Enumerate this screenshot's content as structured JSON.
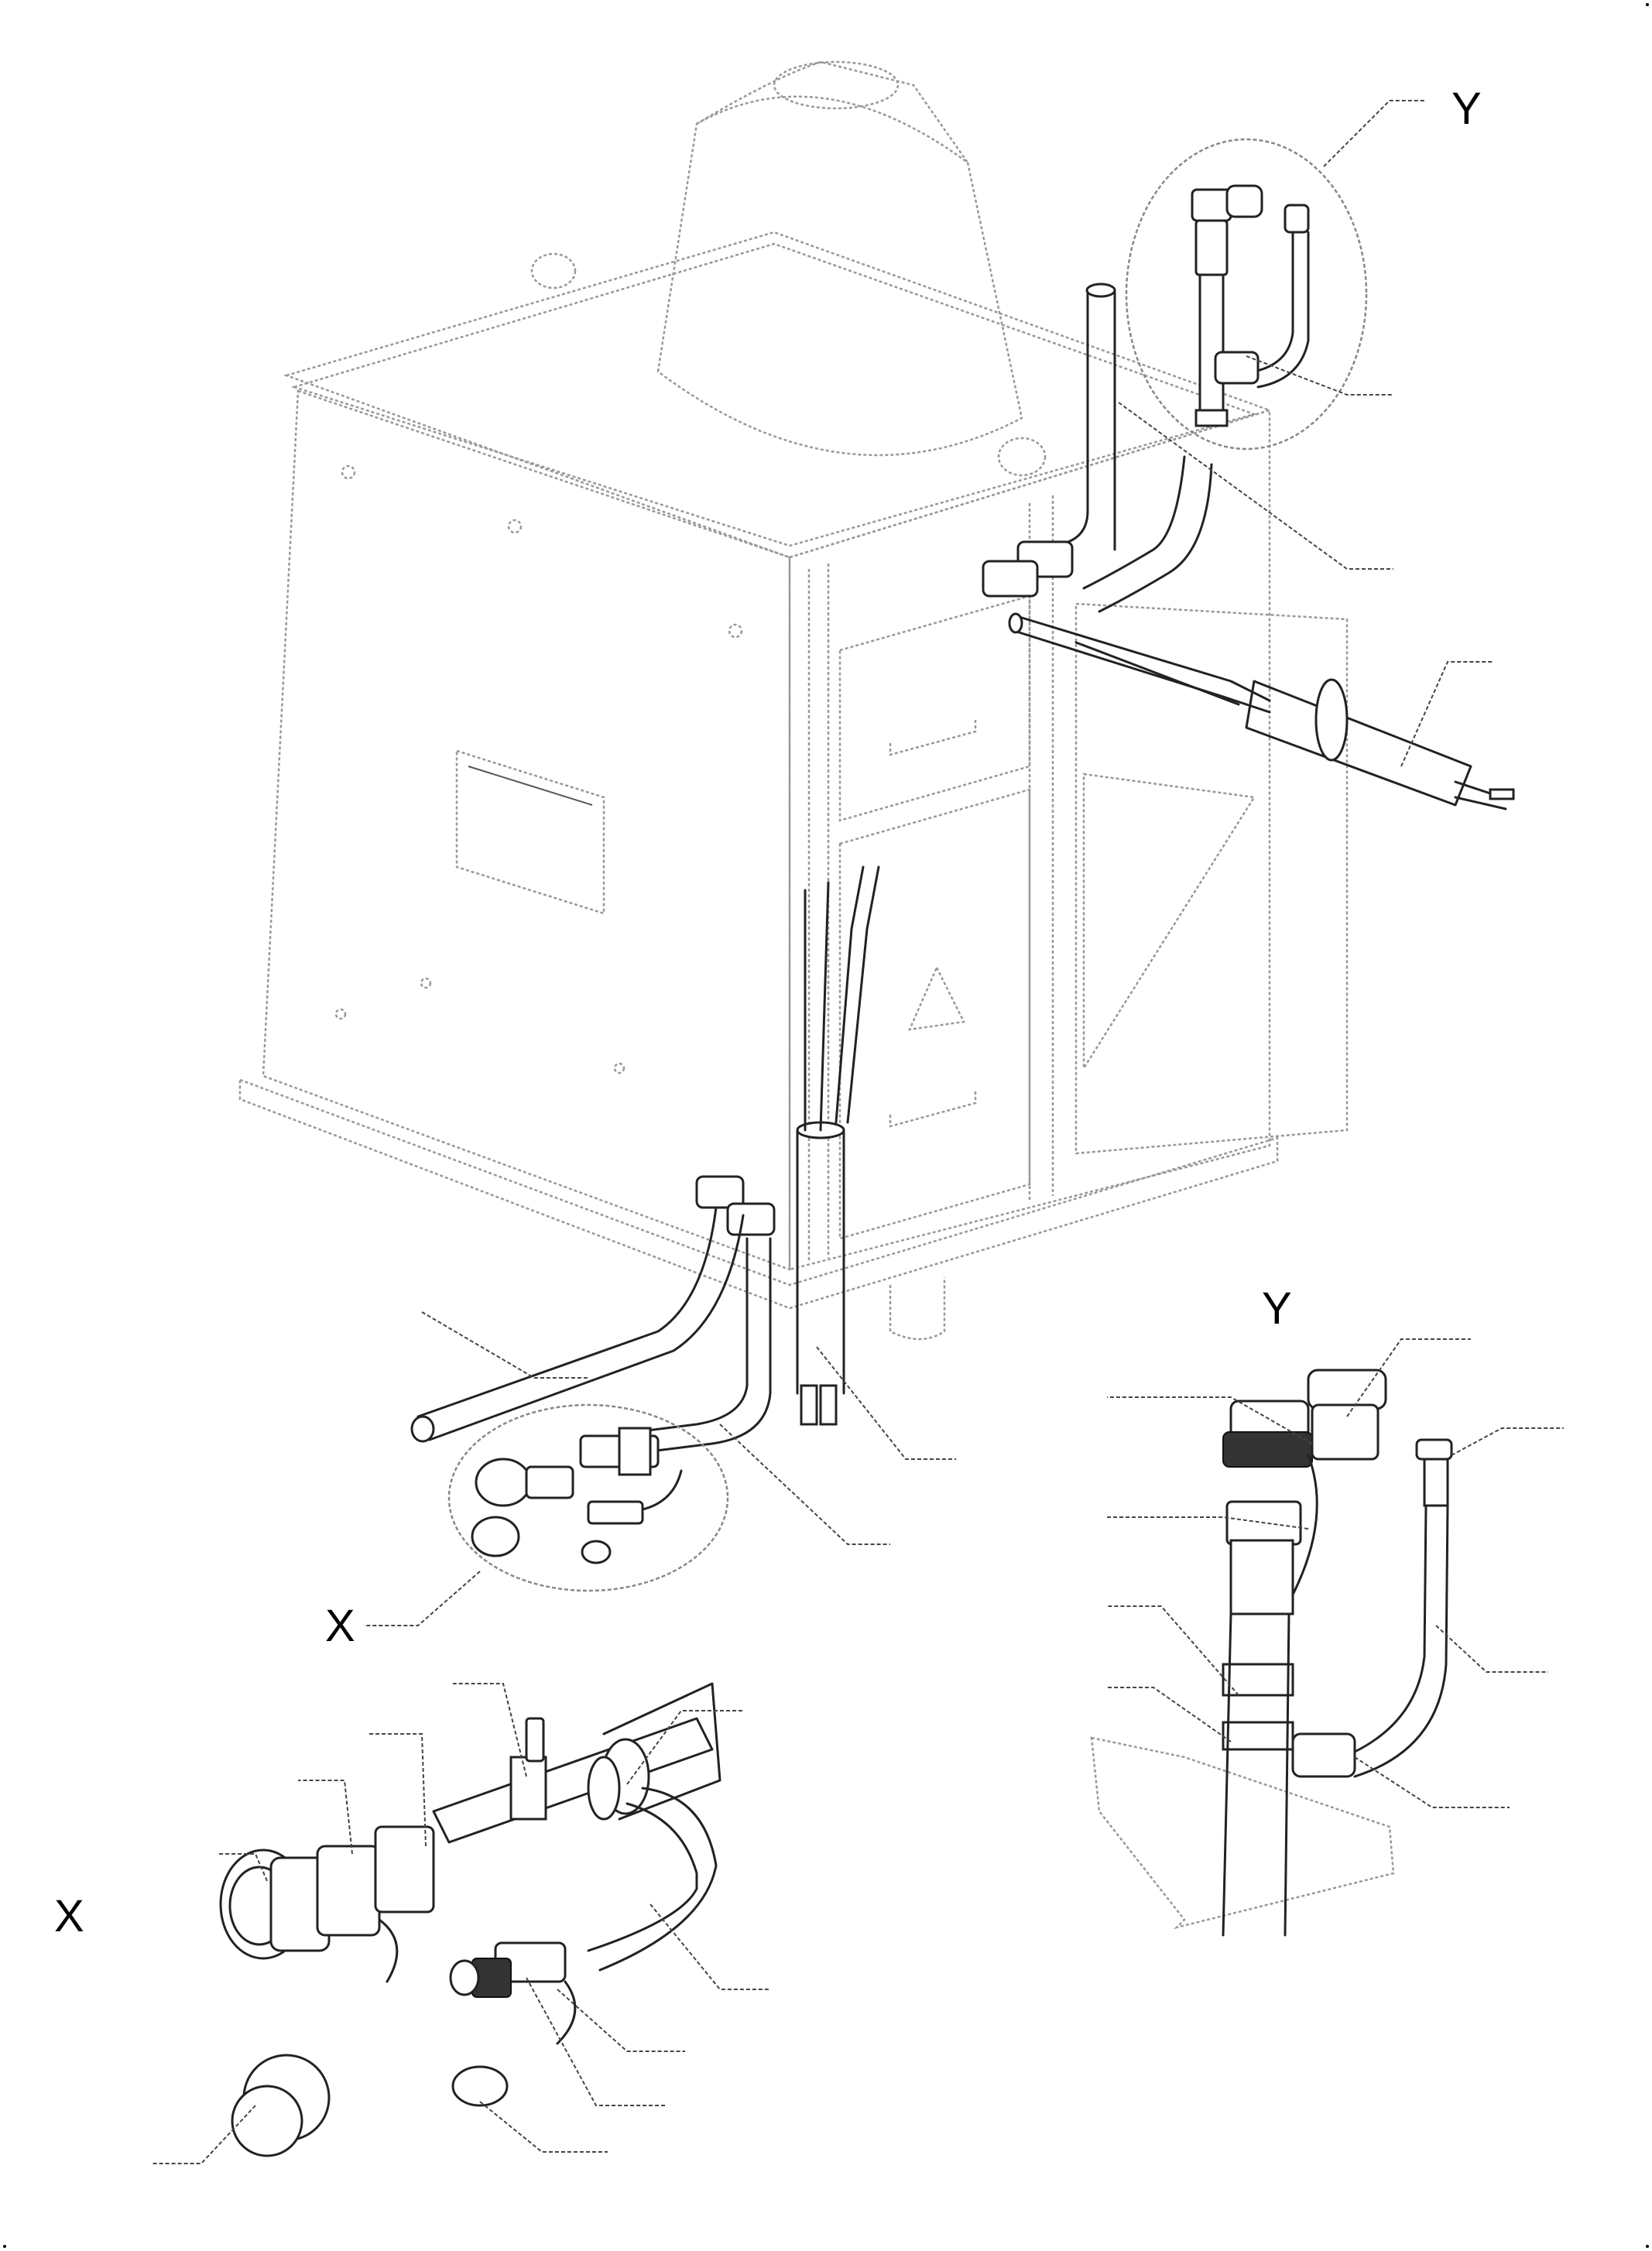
{
  "view_labels": {
    "y_top": "Y",
    "x_mid": "X",
    "y_detail": "Y",
    "x_detail": "X"
  },
  "colors": {
    "line": "#222222",
    "ghost": "#999999",
    "background": "#ffffff"
  }
}
